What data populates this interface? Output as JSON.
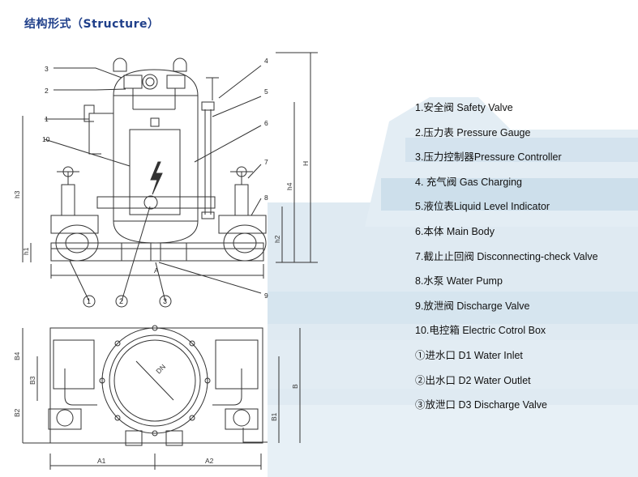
{
  "title": "结构形式（Structure）",
  "legend": [
    "1.安全阀 Safety Valve",
    "2.压力表 Pressure Gauge",
    "3.压力控制器Pressure Controller",
    "4. 充气阀 Gas Charging",
    "5.液位表Liquid Level Indicator",
    "6.本体 Main Body",
    "7.截止止回阀 Disconnecting-check Valve",
    "8.水泵 Water Pump",
    "9.放泄阀 Discharge Valve",
    "10.电控箱 Electric Cotrol Box",
    " ①进水口 D1 Water Inlet",
    "②出水口 D2 Water Outlet",
    "③放泄口 D3 Discharge Valve"
  ],
  "front_view": {
    "part_numbers": [
      "3",
      "2",
      "1",
      "10",
      "4",
      "5",
      "6",
      "7",
      "8",
      "9"
    ],
    "circled_numbers": [
      "1",
      "2",
      "3"
    ],
    "dimensions": [
      "h3",
      "h1",
      "A",
      "H",
      "h4",
      "h2"
    ]
  },
  "top_view": {
    "dimensions": [
      "B4",
      "B3",
      "B2",
      "B1",
      "B",
      "A1",
      "A2",
      "DN"
    ]
  },
  "colors": {
    "title": "#1f3f8a",
    "line": "#333333",
    "background_image": "#cfe0ec"
  }
}
